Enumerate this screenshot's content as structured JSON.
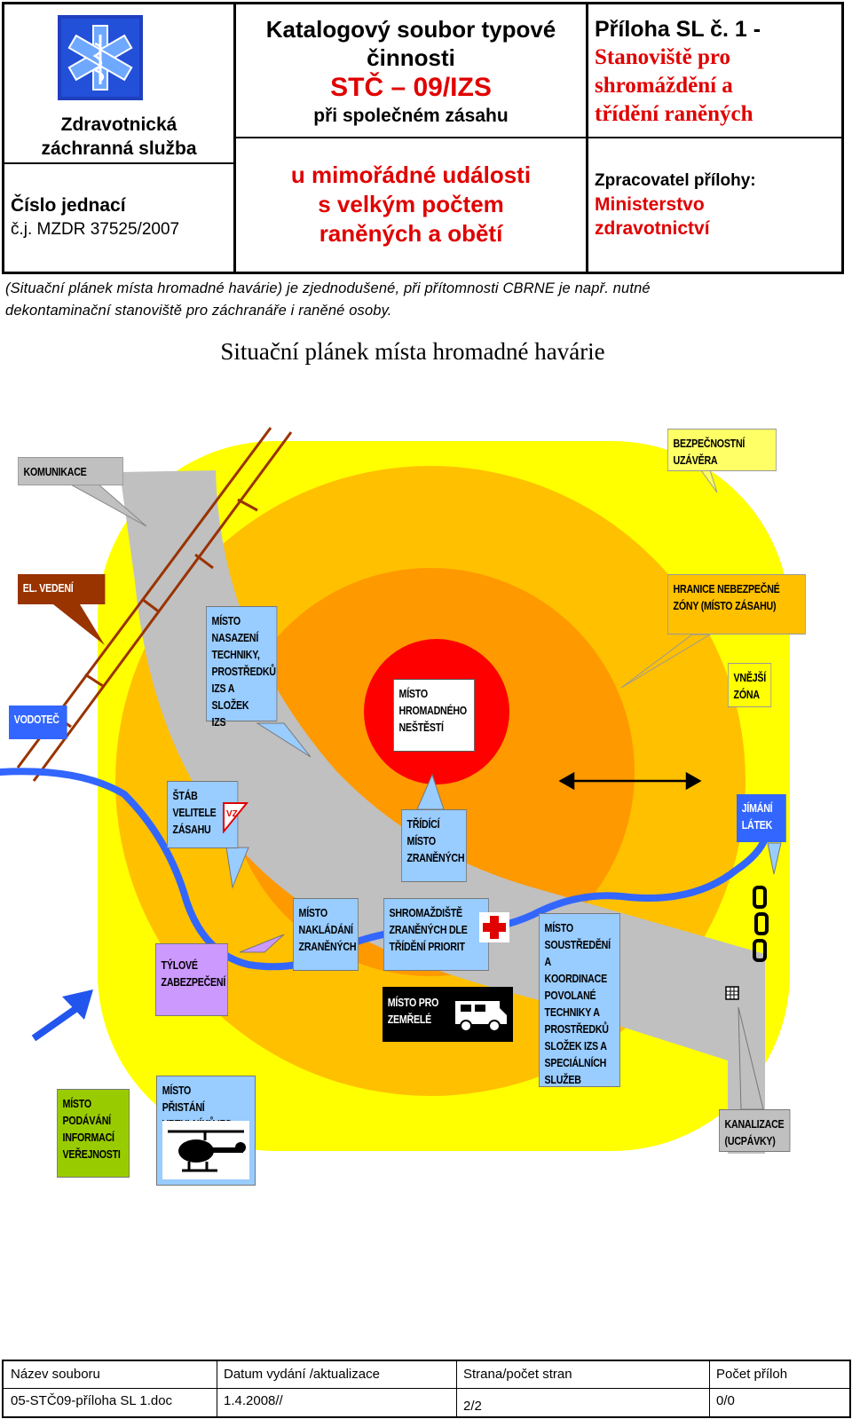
{
  "header": {
    "org_line1": "Zdravotnická",
    "org_line2": "záchranná služba",
    "ref_label": "Číslo jednací",
    "ref_value": "č.j. MZDR 37525/2007",
    "title_line1": "Katalogový soubor typové",
    "title_line2": "činnosti",
    "stc_code": "STČ – 09/IZS",
    "title_sub": "při společném zásahu",
    "event_line1": "u mimořádné události",
    "event_line2": "s velkým počtem",
    "event_line3": "raněných a obětí",
    "annex_line1": "Příloha SL č. 1 -",
    "annex_line2": "Stanoviště pro",
    "annex_line3": "shromáždění a",
    "annex_line4": "třídění raněných",
    "processor_label": "Zpracovatel přílohy:",
    "processor_line1": "Ministerstvo",
    "processor_line2": "zdravotnictví"
  },
  "note": {
    "line1": "(Situační plánek místa hromadné havárie) je zjednodušené, při přítomnosti CBRNE je např. nutné",
    "line2": "dekontaminační stanoviště pro záchranáře i raněné osoby."
  },
  "plan_title": "Situační plánek místa hromadné havárie",
  "diagram": {
    "labels": {
      "komunikace": "KOMUNIKACE",
      "bezpecnostni1": "BEZPEČNOSTNÍ",
      "bezpecnostni2": "UZÁVĚRA",
      "el_vedeni": "EL. VEDENÍ",
      "hranice1": "HRANICE NEBEZPEČNÉ",
      "hranice2": "ZÓNY (MÍSTO ZÁSAHU)",
      "nasazeni1": "MÍSTO",
      "nasazeni2": "NASAZENÍ",
      "nasazeni3": "TECHNIKY,",
      "nasazeni4": "PROSTŘEDKŮ",
      "nasazeni5": "IZS A SLOŽEK",
      "nasazeni6": "IZS",
      "nestesti1": "MÍSTO",
      "nestesti2": "HROMADNÉHO",
      "nestesti3": "NEŠTĚSTÍ",
      "vnejsi1": "VNĚJŠÍ",
      "vnejsi2": "ZÓNA",
      "vodotec": "VODOTEČ",
      "stab1": "ŠTÁB",
      "stab2": "VELITELE",
      "stab3": "ZÁSAHU",
      "vz": "VZ",
      "tridici1": "TŘÍDÍCÍ",
      "tridici2": "MÍSTO",
      "tridici3": "ZRANĚNÝCH",
      "jimani1": "JÍMÁNÍ",
      "jimani2": "LÁTEK",
      "nakladani1": "MÍSTO",
      "nakladani2": "NAKLÁDÁNÍ",
      "nakladani3": "ZRANĚNÝCH",
      "shrom1": "SHROMAŽDIŠTĚ",
      "shrom2": "ZRANĚNÝCH DLE",
      "shrom3": "TŘÍDĚNÍ PRIORIT",
      "tylove1": "TÝLOVÉ",
      "tylove2": "ZABEZPEČENÍ",
      "zemrele1": "MÍSTO PRO",
      "zemrele2": "ZEMŘELÉ",
      "soustred1": "MÍSTO",
      "soustred2": "SOUSTŘEDĚNÍ A",
      "soustred3": "KOORDINACE",
      "soustred4": "POVOLANÉ",
      "soustred5": "TECHNIKY A",
      "soustred6": "PROSTŘEDKŮ",
      "soustred7": "SLOŽEK IZS A",
      "soustred8": "SPECIÁLNÍCH",
      "soustred9": "SLUŽEB",
      "podavani1": "MÍSTO",
      "podavani2": "PODÁVÁNÍ",
      "podavani3": "INFORMACÍ",
      "podavani4": "VEŘEJNOSTI",
      "pristani1": "MÍSTO PŘISTÁNÍ",
      "pristani2": "VRTULNÍKŮ IZS",
      "kanalizace1": "KANALIZACE",
      "kanalizace2": "(UCPÁVKY)"
    },
    "colors": {
      "outer_zone": "#ffff00",
      "middle_zone": "#ffc000",
      "inner_zone": "#ff9900",
      "center": "#ff0000",
      "road": "#c0c0c0",
      "water": "#3366ff",
      "blue_label": "#99ccff",
      "green_label": "#99cc00",
      "purple_label": "#cc99ff",
      "power_line": "#993300",
      "red_text": "#e00000"
    }
  },
  "footer": {
    "col1_header": "Název souboru",
    "col2_header": "Datum vydání /aktualizace",
    "col3_header": "Strana/počet stran",
    "col4_header": "Počet příloh",
    "col1_value": "05-STČ09-příloha SL 1.doc",
    "col2_value": "1.4.2008//",
    "col3_value": "2/2",
    "col4_value": "0/0"
  }
}
